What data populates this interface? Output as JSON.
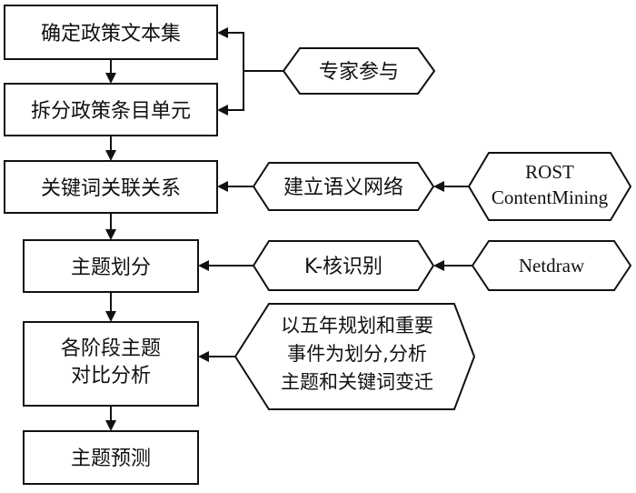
{
  "process_steps": [
    {
      "id": "s1",
      "label": "确定政策文本集"
    },
    {
      "id": "s2",
      "label": "拆分政策条目单元"
    },
    {
      "id": "s3",
      "label": "关键词关联关系"
    },
    {
      "id": "s4",
      "label": "主题划分"
    },
    {
      "id": "s5",
      "lines": [
        "各阶段主题",
        "对比分析"
      ]
    },
    {
      "id": "s6",
      "label": "主题预测"
    }
  ],
  "methods": [
    {
      "id": "m1",
      "label": "专家参与"
    },
    {
      "id": "m2",
      "label": "建立语义网络"
    },
    {
      "id": "m3",
      "label": "K-核识别"
    },
    {
      "id": "m4",
      "lines": [
        "以五年规划和重要",
        "事件为划分,分析",
        "主题和关键词变迁"
      ]
    }
  ],
  "tools": [
    {
      "id": "t1",
      "lines": [
        "ROST",
        "ContentMining"
      ]
    },
    {
      "id": "t2",
      "label": "Netdraw"
    }
  ]
}
